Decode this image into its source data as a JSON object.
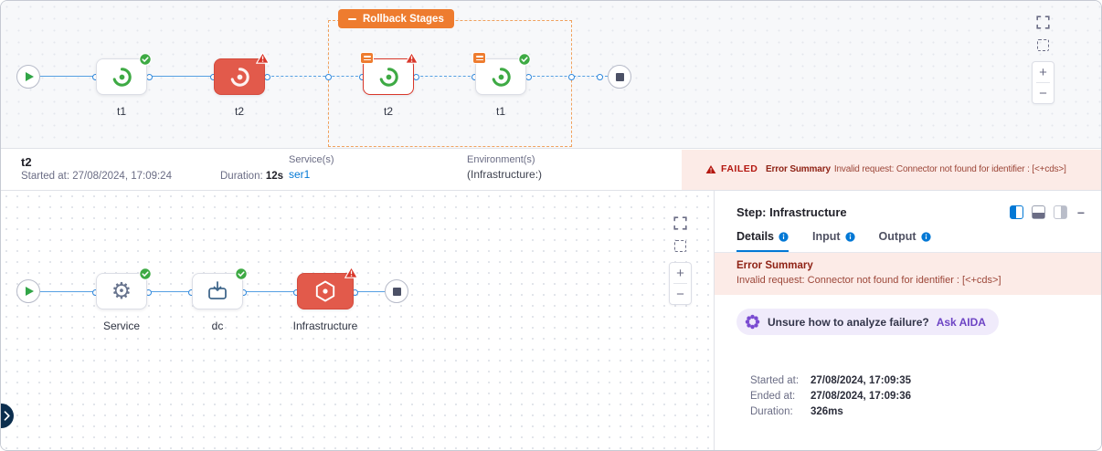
{
  "colors": {
    "accent_blue": "#0278d5",
    "success_green": "#3eaa44",
    "failed_red": "#d9372a",
    "failed_stage_fill": "#e25a4b",
    "rollback_orange": "#ee7c2f",
    "error_strip_bg": "#fcebe7",
    "aida_purple": "#6d44c4",
    "canvas_bg": "#f7f8fa"
  },
  "icons": {
    "gear": "⚙",
    "plus": "+",
    "minus": "−",
    "minimize": "−"
  },
  "top_pipeline": {
    "rollback_label": "Rollback Stages",
    "stages": [
      {
        "label": "t1",
        "status": "success"
      },
      {
        "label": "t2",
        "status": "failed"
      },
      {
        "label": "t2",
        "status": "failed",
        "rollback": true
      },
      {
        "label": "t1",
        "status": "success",
        "rollback": true
      }
    ]
  },
  "stage_summary": {
    "title": "t2",
    "started_label": "Started at:",
    "started_value": "27/08/2024, 17:09:24",
    "duration_label": "Duration:",
    "duration_value": "12s",
    "services_label": "Service(s)",
    "services_value": "ser1",
    "environments_label": "Environment(s)",
    "environments_value": "(Infrastructure:)",
    "failed_badge": "FAILED",
    "error_label": "Error Summary",
    "error_message": "Invalid request: Connector not found for identifier : [<+cds>]"
  },
  "execution_graph": {
    "nodes": [
      {
        "label": "Service",
        "status": "success"
      },
      {
        "label": "dc",
        "status": "success"
      },
      {
        "label": "Infrastructure",
        "status": "failed"
      }
    ]
  },
  "step_panel": {
    "title": "Step: Infrastructure",
    "tabs": [
      {
        "label": "Details",
        "active": true
      },
      {
        "label": "Input",
        "active": false
      },
      {
        "label": "Output",
        "active": false
      }
    ],
    "error_label": "Error Summary",
    "error_message": "Invalid request: Connector not found for identifier : [<+cds>]",
    "aida_question": "Unsure how to analyze failure?",
    "aida_link_label": "Ask AIDA",
    "fields": [
      {
        "label": "Started at:",
        "value": "27/08/2024, 17:09:35"
      },
      {
        "label": "Ended at:",
        "value": "27/08/2024, 17:09:36"
      },
      {
        "label": "Duration:",
        "value": "326ms"
      }
    ]
  }
}
